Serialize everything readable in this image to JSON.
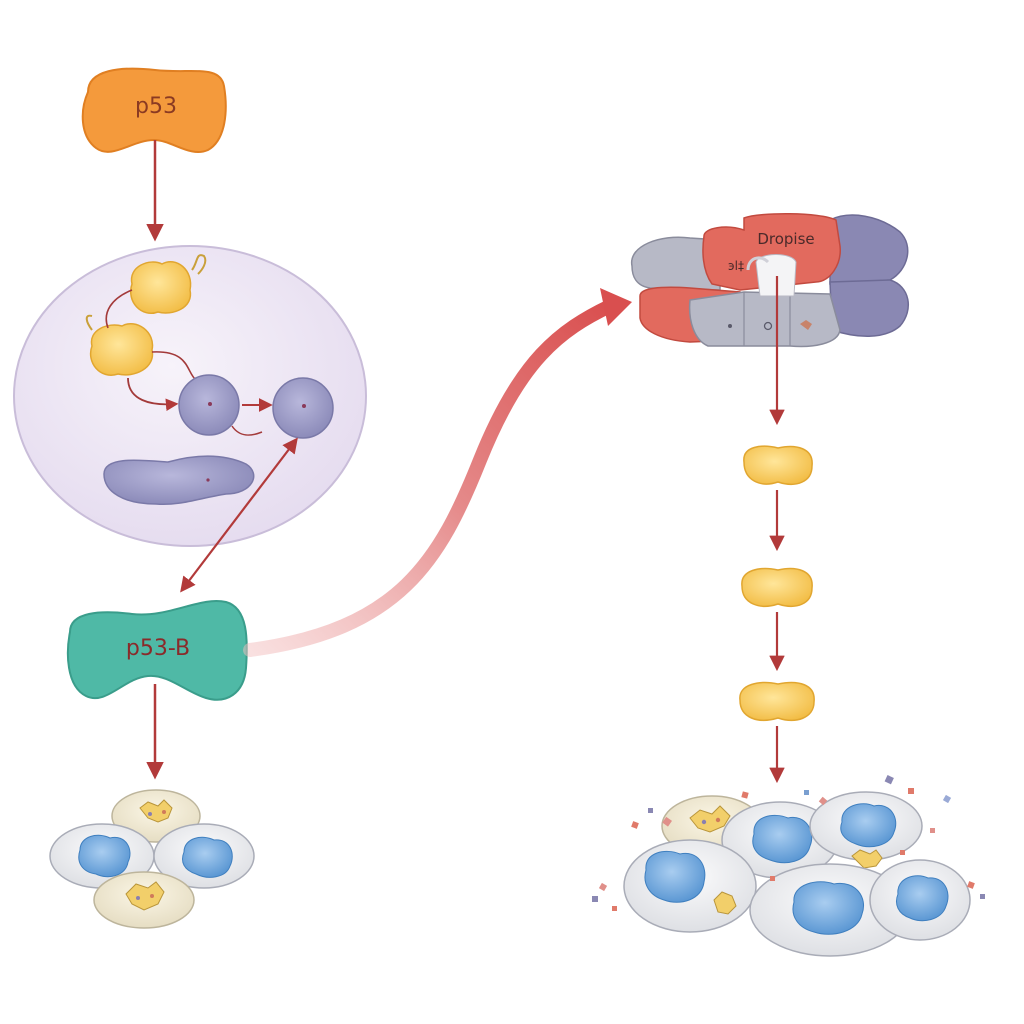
{
  "labels": {
    "p53": "p53",
    "p53b": "p53-B",
    "complex": "Dropise",
    "complex_sub": "эl‡"
  },
  "colors": {
    "p53": "#f49a3c",
    "p53b": "#4fb9a6",
    "arrow": "#b23a3a",
    "curve_arrow": "#e06060",
    "yellow_protein": "#f8c95a",
    "purple_protein": "#9c9bc6",
    "cell_membrane": "#ede6f3",
    "nucleus": "#6aa6dc",
    "complex_red": "#e26a5e",
    "complex_grey": "#b7b9c6",
    "complex_purple": "#8a88b3"
  }
}
